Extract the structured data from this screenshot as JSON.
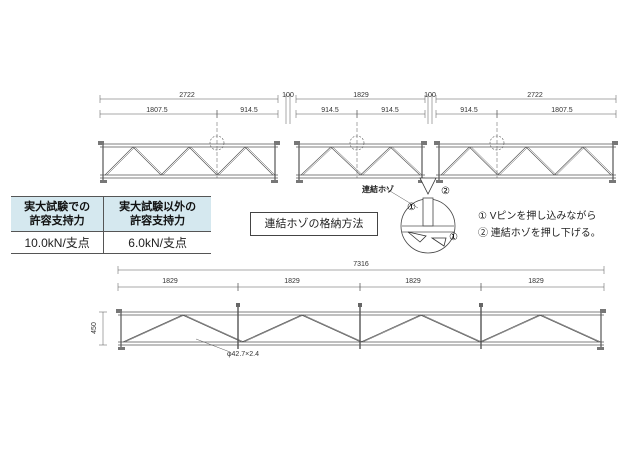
{
  "top_view": {
    "spans": [
      {
        "total": "2722",
        "sub_a": "1807.5",
        "sub_b": "914.5"
      },
      {
        "total": "1829",
        "sub_a": "914.5",
        "sub_b": "914.5"
      },
      {
        "total": "2722",
        "sub_a": "914.5",
        "sub_b": "1807.5"
      }
    ],
    "gaps": [
      "100",
      "100"
    ]
  },
  "load_table": {
    "headers": [
      "実大試験での\n許容支持力",
      "実大試験以外の\n許容支持力"
    ],
    "values": [
      "10.0kN/支点",
      "6.0kN/支点"
    ]
  },
  "joint_method": {
    "title": "連結ホゾの格納方法",
    "part_label": "連結ホゾ",
    "step1": "① Vピンを押し込みながら",
    "step2": "② 連結ホゾを押し下げる。",
    "marker1": "①",
    "marker2": "②"
  },
  "bottom_view": {
    "total": "7316",
    "segments": [
      "1829",
      "1829",
      "1829",
      "1829"
    ],
    "height": "450",
    "pipe": "φ42.7×2.4"
  }
}
